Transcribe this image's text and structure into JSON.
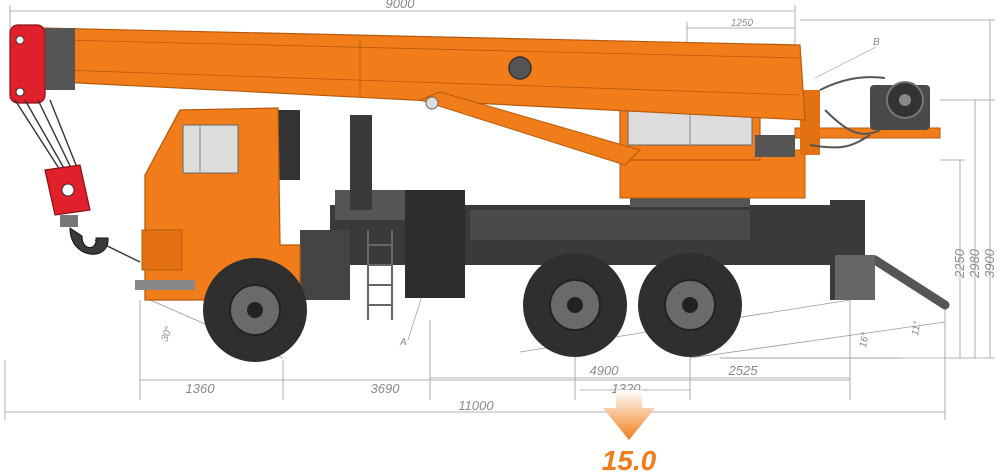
{
  "dimensions": {
    "boom_length": "9000",
    "rotation_offset": "1250",
    "cab_front": "1360",
    "front_axle_to_mid": "3690",
    "outrigger_span": "4900",
    "rear_axle_spacing": "1320",
    "rear_overhang": "2525",
    "total_length": "11000",
    "height_1": "2250",
    "height_2": "2980",
    "height_3": "3900",
    "angle_front": "30°",
    "angle_rear_1": "16°",
    "angle_rear_2": "11°",
    "callout_a": "A",
    "callout_b": "B"
  },
  "capacity_label": "15.0",
  "colors": {
    "body": "#f07d1a",
    "hook": "#e0202a",
    "chassis": "#3a3a3a",
    "glass": "#dcdcdc",
    "dimension_line": "#9a9a9a",
    "arrow": "#f07d1a"
  }
}
